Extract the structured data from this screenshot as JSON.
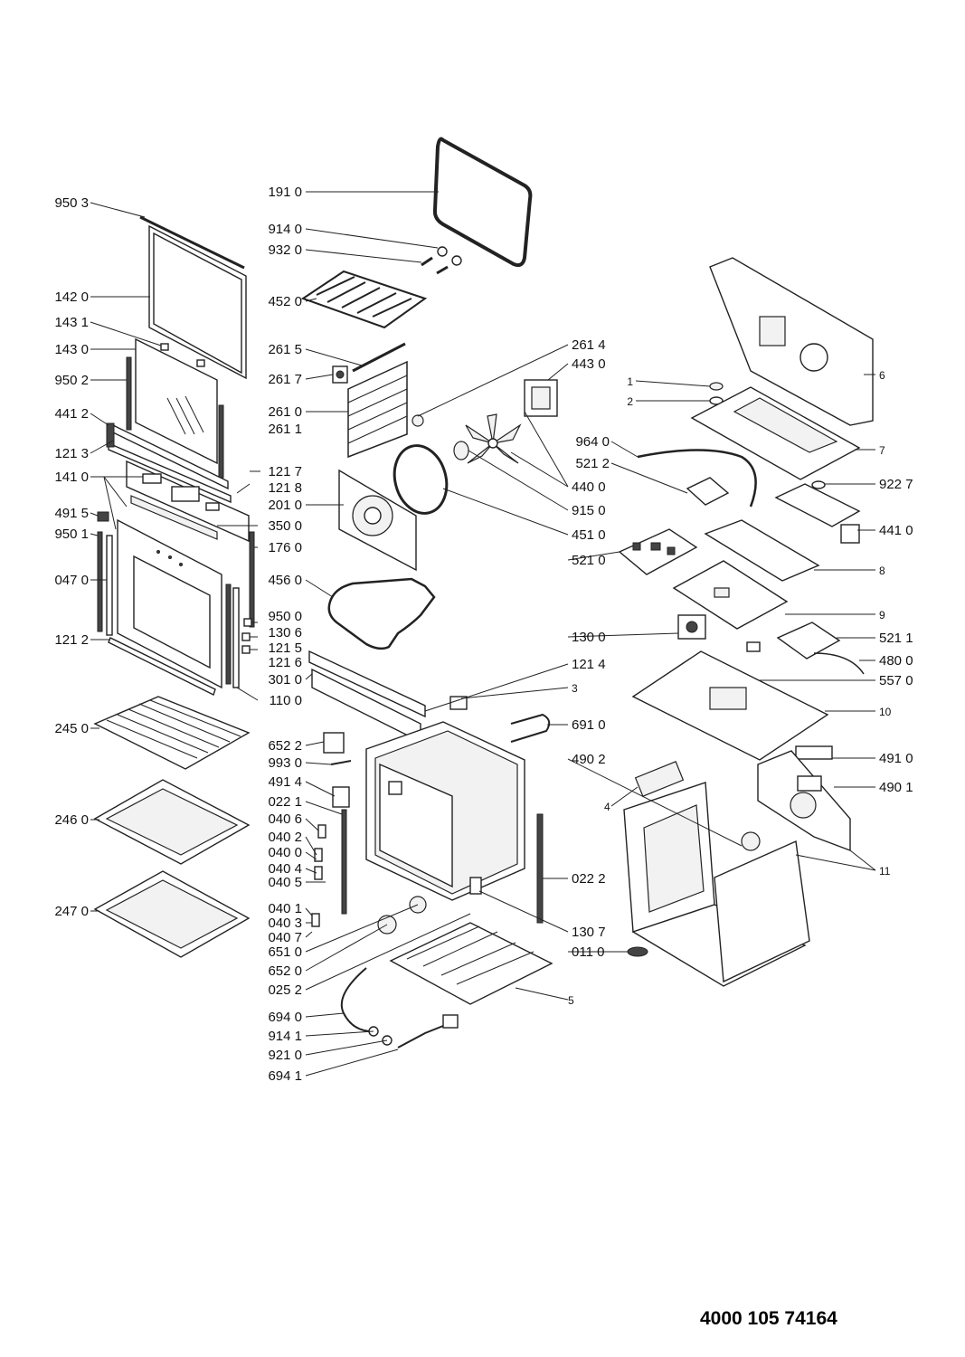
{
  "document_number": "4000 105 74164",
  "left_callouts": [
    "950 3",
    "142 0",
    "143 1",
    "143 0",
    "950 2",
    "441 2",
    "121 3",
    "141 0",
    "491 5",
    "950 1",
    "047 0",
    "121 2",
    "245 0",
    "246 0",
    "247 0"
  ],
  "center_upper_callouts": [
    "191 0",
    "914 0",
    "932 0",
    "452 0",
    "261 5",
    "261 7",
    "261 0",
    "261 1",
    "201 0",
    "176 0",
    "350 0",
    "121 7",
    "121 8",
    "456 0",
    "950 0",
    "130 6",
    "121 5",
    "121 6",
    "301 0",
    "110 0"
  ],
  "center_lower_callouts": [
    "652 2",
    "993 0",
    "491 4",
    "022 1",
    "040 6",
    "040 2",
    "040 0",
    "040 4",
    "040 5",
    "040 1",
    "040 3",
    "040 7",
    "651 0",
    "652 0",
    "025 2",
    "694 0",
    "914 1",
    "921 0",
    "694 1"
  ],
  "middle_callouts": [
    "261 4",
    "443 0",
    "440 0",
    "915 0",
    "451 0",
    "521 0",
    "130 0",
    "121 4",
    "3",
    "691 0",
    "490 2",
    "4",
    "022 2",
    "130 7",
    "011 0",
    "5",
    "964 0",
    "521 2"
  ],
  "right_callouts": [
    "1",
    "2",
    "6",
    "7",
    "922 7",
    "441 0",
    "8",
    "9",
    "521 1",
    "480 0",
    "557 0",
    "10",
    "491 0",
    "490 1",
    "11"
  ]
}
